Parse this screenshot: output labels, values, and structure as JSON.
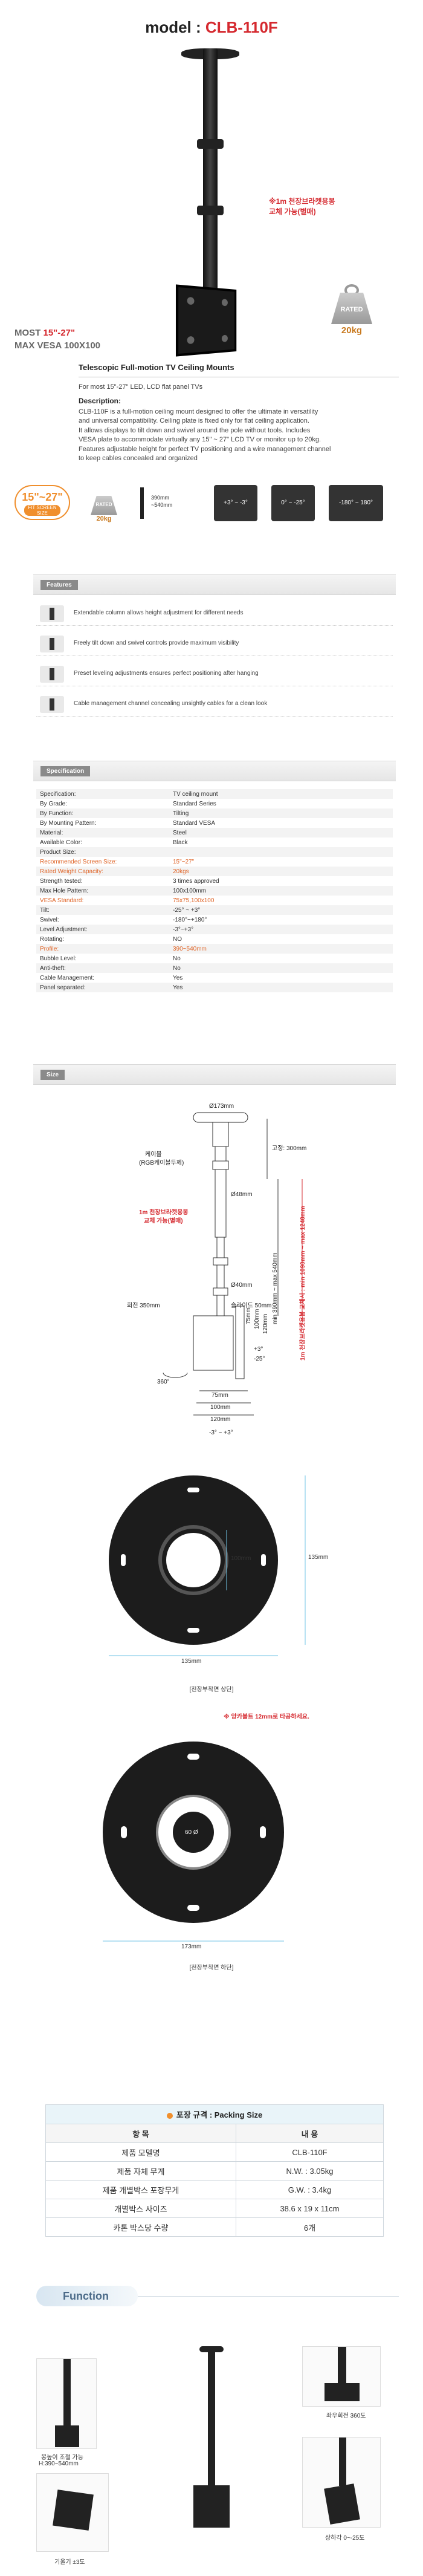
{
  "header": {
    "prefix": "model : ",
    "model": "CLB-110F"
  },
  "hero": {
    "note_lines": [
      "※1m 천장브라켓용봉",
      "교체 가능(별매)"
    ],
    "size_line1_label": "MOST ",
    "size_line1_value": "15\"-27\"",
    "size_line2": "MAX VESA 100X100",
    "weight_label": "RATED",
    "weight_value": "20kg"
  },
  "description": {
    "title": "Telescopic Full-motion TV Ceiling Mounts",
    "subtitle": "For most 15\"-27\" LED, LCD flat panel TVs",
    "label": "Description:",
    "lines": [
      "CLB-110F is a full-motion ceiling mount designed to offer the ultimate in versatility",
      "and universal compatibility. Ceiling plate is fixed only for flat ceiling application.",
      "It allows displays to tilt down and swivel around the pole without tools. Includes",
      "VESA plate to accommodate virtually any 15\" ~ 27\" LCD TV or monitor up to 20kg.",
      "Features adjustable height for perfect TV positioning and a wire management channel",
      "to keep cables concealed and organized"
    ]
  },
  "icons_row": {
    "size_big": "15\"~27\"",
    "size_small": "FIT SCREEN SIZE",
    "weight_label": "RATED",
    "weight_value": "20kg",
    "dim_lines": [
      "390mm",
      "~540mm"
    ],
    "rotations": [
      "+3° ~ -3°",
      "0° ~ -25°",
      "-180° ~ 180°"
    ]
  },
  "features": {
    "tag": "Features",
    "items": [
      "Extendable column allows height adjustment for different needs",
      "Freely tilt down and swivel controls provide maximum visibility",
      "Preset leveling adjustments ensures perfect positioning after hanging",
      "Cable management channel concealing unsightly cables for a clean look"
    ]
  },
  "specification": {
    "tag": "Specification",
    "rows": [
      [
        "Specification:",
        "TV ceiling mount"
      ],
      [
        "By Grade:",
        "Standard Series"
      ],
      [
        "By Function:",
        "Tilting"
      ],
      [
        "By Mounting Pattern:",
        "Standard VESA"
      ],
      [
        "Material:",
        "Steel"
      ],
      [
        "Available Color:",
        "Black"
      ],
      [
        "Product Size:",
        ""
      ],
      [
        "Recommended Screen Size:",
        "15\"~27\""
      ],
      [
        "Rated Weight Capacity:",
        "20kgs"
      ],
      [
        "Strength tested:",
        "3 times approved"
      ],
      [
        "Max Hole Pattern:",
        "100x100mm"
      ],
      [
        "VESA Standard:",
        "75x75,100x100"
      ],
      [
        "Tilt:",
        "-25° ~ +3°"
      ],
      [
        "Swivel:",
        "-180°~+180°"
      ],
      [
        "Level Adjustment:",
        "-3°~+3°"
      ],
      [
        "Rotating:",
        "NO"
      ],
      [
        "Profile:",
        "390~540mm"
      ],
      [
        "Bubble Level:",
        "No"
      ],
      [
        "Anti-theft:",
        "No"
      ],
      [
        "Cable Management:",
        "Yes"
      ],
      [
        "Panel separated:",
        "Yes"
      ]
    ],
    "highlight_rows": [
      7,
      8,
      11,
      16
    ]
  },
  "size": {
    "tag": "Size",
    "labels": {
      "top_dia": "Ø173mm",
      "cable_hole_1": "케이블",
      "cable_hole_2": "(RGB케이블두께)",
      "pole_dia": "Ø48mm",
      "note_1": "1m 천장브라켓용봉",
      "note_2": "교체 가능(별매)",
      "fixed": "고정: 300mm",
      "range": "min 390mm ~ max 540mm",
      "range_red": "1m 천장브라켓용봉 교체시 : min 1090mm ~ max 1240mm",
      "pole_small": "Ø40mm",
      "slide": "슬라이드 50mm",
      "rotate": "회전 350mm",
      "deg_360": "360°",
      "deg_p3": "+3°",
      "deg_m25": "-25°",
      "d75": "75mm",
      "d100": "100mm",
      "d120": "120mm",
      "d75v": "75mm",
      "d100v": "100mm",
      "d120v": "120mm",
      "tilt": "-3° ~ +3°"
    },
    "plate_top": {
      "w": "135mm",
      "h": "135mm",
      "inner": "100mm",
      "caption": "[천장부착면 상단]"
    },
    "plate_bottom": {
      "note": "※ 앙카볼트 12mm로 타공하세요.",
      "w": "173mm",
      "inner": "60 Ø",
      "caption": "[천장부착면 하단]"
    }
  },
  "packing": {
    "title": "포장 규격 : Packing Size",
    "col1": "항 목",
    "col2": "내 용",
    "rows": [
      [
        "제품 모델명",
        "CLB-110F"
      ],
      [
        "제품 자체 무게",
        "N.W. : 3.05kg"
      ],
      [
        "제품 개별박스 포장무게",
        "G.W. : 3.4kg"
      ],
      [
        "개별박스 사이즈",
        "38.6 x 19 x 11cm"
      ],
      [
        "카톤 박스당 수량",
        "6개"
      ]
    ]
  },
  "function": {
    "title": "Function",
    "captions": {
      "height": [
        "봉높이 조절 가능",
        "H:390~540mm"
      ],
      "swivel": "좌우회전 360도",
      "level": "기울기 ±3도",
      "tilt": "상하각 0~-25도"
    }
  },
  "colors": {
    "accent": "#d5292f",
    "orange": "#f08f2d",
    "gold": "#c8791e"
  }
}
